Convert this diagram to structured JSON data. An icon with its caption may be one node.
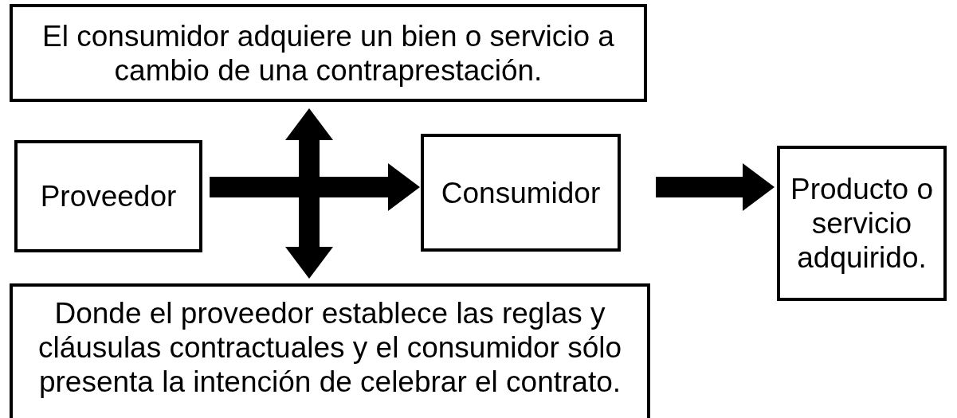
{
  "diagram": {
    "nodes": [
      {
        "text": [
          "El consumidor adquiere un bien o servicio a cambio de una contraprestación."
        ]
      },
      {
        "text": [
          "Proveedor"
        ]
      },
      {
        "text": [
          "Consumidor"
        ]
      },
      {
        "text": [
          "Producto o servicio adquirido."
        ]
      },
      {
        "text": [
          "Donde el proveedor establece las reglas y cláusulas contractuales y el consumidor sólo presenta la intención de celebrar el contrato."
        ]
      }
    ],
    "edges": [
      {
        "from": 1,
        "to": 2,
        "arrow": "to",
        "style": "thick"
      },
      {
        "from": 0,
        "to": 4,
        "arrow": "both",
        "style": "thick"
      },
      {
        "from": 2,
        "to": 3,
        "arrow": "to",
        "style": "thick"
      }
    ]
  }
}
